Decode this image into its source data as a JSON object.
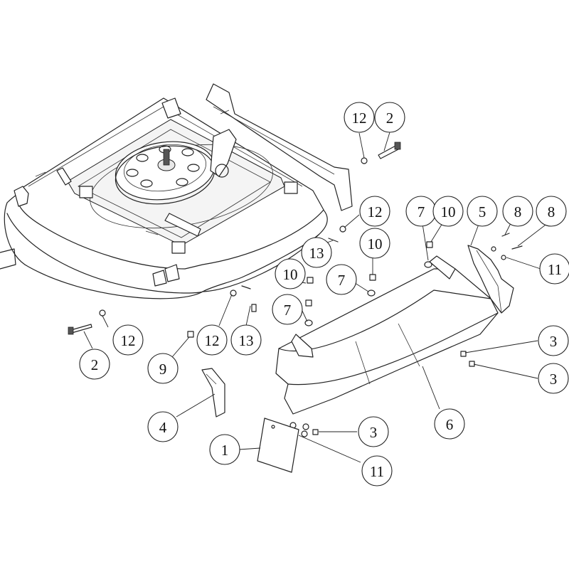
{
  "callouts": [
    {
      "label": "12"
    },
    {
      "label": "2"
    },
    {
      "label": "12"
    },
    {
      "label": "7"
    },
    {
      "label": "10"
    },
    {
      "label": "5"
    },
    {
      "label": "8"
    },
    {
      "label": "8"
    },
    {
      "label": "13"
    },
    {
      "label": "10"
    },
    {
      "label": "11"
    },
    {
      "label": "10"
    },
    {
      "label": "7"
    },
    {
      "label": "7"
    },
    {
      "label": "12"
    },
    {
      "label": "12"
    },
    {
      "label": "13"
    },
    {
      "label": "2"
    },
    {
      "label": "9"
    },
    {
      "label": "3"
    },
    {
      "label": "3"
    },
    {
      "label": "4"
    },
    {
      "label": "6"
    },
    {
      "label": "3"
    },
    {
      "label": "1"
    },
    {
      "label": "11"
    }
  ]
}
